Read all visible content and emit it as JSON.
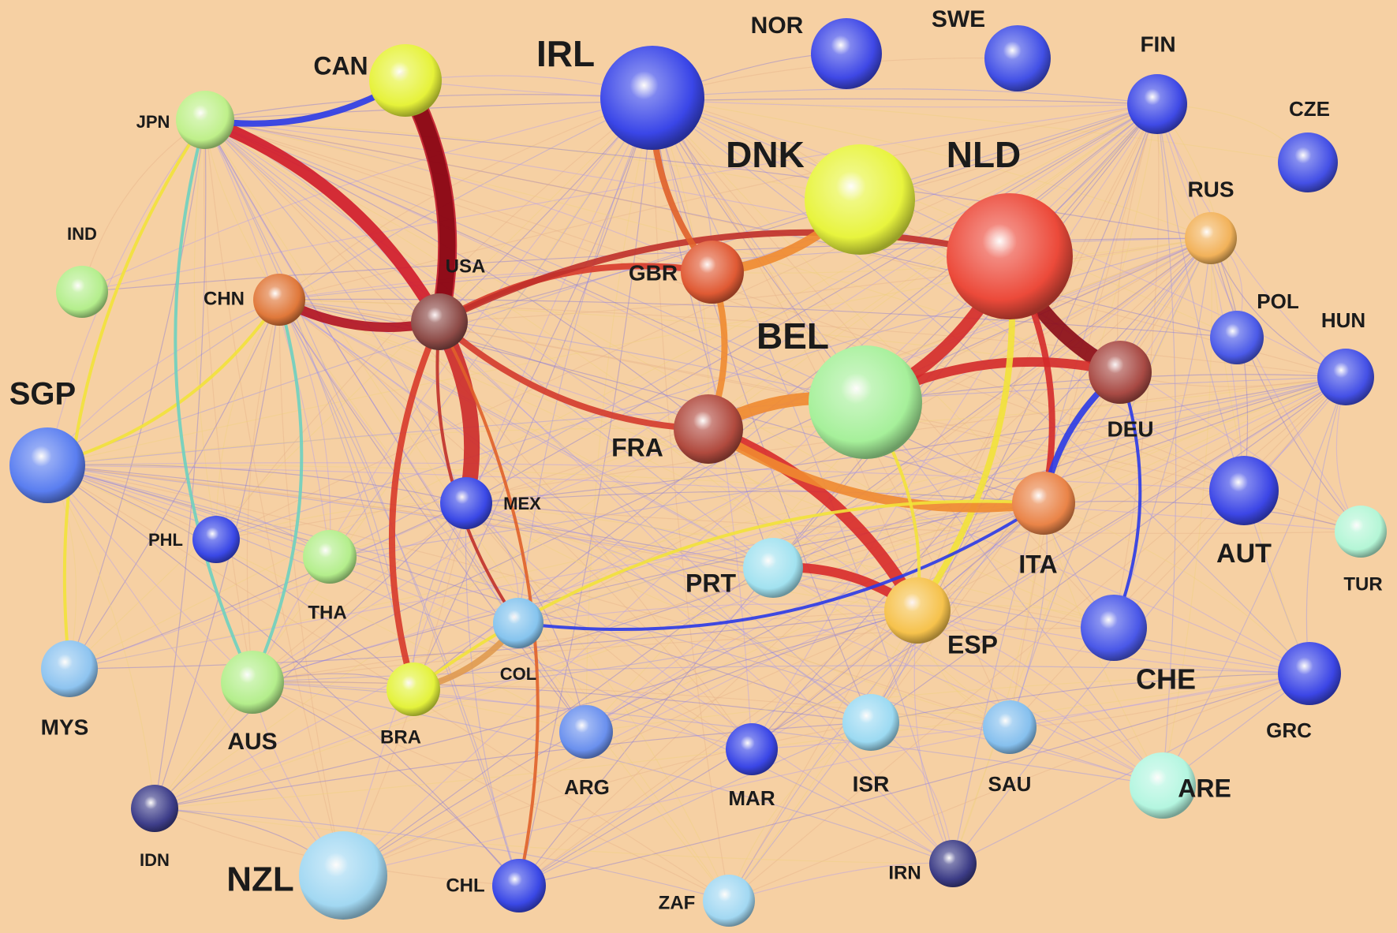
{
  "nodes": [
    {
      "id": "IRL",
      "label": "IRL",
      "color": "#3a46e8"
    },
    {
      "id": "NOR",
      "label": "NOR",
      "color": "#3f48e6"
    },
    {
      "id": "SWE",
      "label": "SWE",
      "color": "#4250e6"
    },
    {
      "id": "FIN",
      "label": "FIN",
      "color": "#3f4ae6"
    },
    {
      "id": "CZE",
      "label": "CZE",
      "color": "#4450e6"
    },
    {
      "id": "CAN",
      "label": "CAN",
      "color": "#e6f23a"
    },
    {
      "id": "JPN",
      "label": "JPN",
      "color": "#bff08a"
    },
    {
      "id": "DNK",
      "label": "DNK",
      "color": "#e8f43e"
    },
    {
      "id": "NLD",
      "label": "NLD",
      "color": "#ec4a3a"
    },
    {
      "id": "RUS",
      "label": "RUS",
      "color": "#f2b25a"
    },
    {
      "id": "IND",
      "label": "IND",
      "color": "#b4ee8c"
    },
    {
      "id": "USA",
      "label": "USA",
      "color": "#8c4a46"
    },
    {
      "id": "CHN",
      "label": "CHN",
      "color": "#e0783a"
    },
    {
      "id": "GBR",
      "label": "GBR",
      "color": "#e05a34"
    },
    {
      "id": "POL",
      "label": "POL",
      "color": "#4b5ae8"
    },
    {
      "id": "HUN",
      "label": "HUN",
      "color": "#4450e6"
    },
    {
      "id": "BEL",
      "label": "BEL",
      "color": "#a6f09a"
    },
    {
      "id": "DEU",
      "label": "DEU",
      "color": "#a84a44"
    },
    {
      "id": "SGP",
      "label": "SGP",
      "color": "#5a7ef0"
    },
    {
      "id": "FRA",
      "label": "FRA",
      "color": "#b04a3e"
    },
    {
      "id": "AUT",
      "label": "AUT",
      "color": "#3c46e6"
    },
    {
      "id": "MEX",
      "label": "MEX",
      "color": "#3a48e6"
    },
    {
      "id": "PHL",
      "label": "PHL",
      "color": "#3a48e6"
    },
    {
      "id": "THA",
      "label": "THA",
      "color": "#b4ee8c"
    },
    {
      "id": "ITA",
      "label": "ITA",
      "color": "#ea8448"
    },
    {
      "id": "TUR",
      "label": "TUR",
      "color": "#b4f6d6"
    },
    {
      "id": "PRT",
      "label": "PRT",
      "color": "#a2e2f0"
    },
    {
      "id": "ESP",
      "label": "ESP",
      "color": "#f6c24c"
    },
    {
      "id": "COL",
      "label": "COL",
      "color": "#86c4ee"
    },
    {
      "id": "MYS",
      "label": "MYS",
      "color": "#8ec4f0"
    },
    {
      "id": "AUS",
      "label": "AUS",
      "color": "#b4ee8c"
    },
    {
      "id": "BRA",
      "label": "BRA",
      "color": "#e4f23c"
    },
    {
      "id": "CHE",
      "label": "CHE",
      "color": "#4a58e8"
    },
    {
      "id": "GRC",
      "label": "GRC",
      "color": "#3c46e6"
    },
    {
      "id": "ARG",
      "label": "ARG",
      "color": "#6a90ee"
    },
    {
      "id": "MAR",
      "label": "MAR",
      "color": "#3a46e6"
    },
    {
      "id": "ISR",
      "label": "ISR",
      "color": "#9cdaf2"
    },
    {
      "id": "SAU",
      "label": "SAU",
      "color": "#86c0ee"
    },
    {
      "id": "ARE",
      "label": "ARE",
      "color": "#b4f6e0"
    },
    {
      "id": "IDN",
      "label": "IDN",
      "color": "#3e3e8a"
    },
    {
      "id": "NZL",
      "label": "NZL",
      "color": "#a2d8f2"
    },
    {
      "id": "CHL",
      "label": "CHL",
      "color": "#3a48e6"
    },
    {
      "id": "ZAF",
      "label": "ZAF",
      "color": "#a2d8f2"
    },
    {
      "id": "IRN",
      "label": "IRN",
      "color": "#3c3c86"
    }
  ],
  "edges": [
    {
      "from": "CAN",
      "to": "USA",
      "color": "#c0172a",
      "weight": 6
    },
    {
      "from": "USA",
      "to": "CAN",
      "color": "#8a0a16",
      "weight": 5
    },
    {
      "from": "JPN",
      "to": "USA",
      "color": "#d01a2a",
      "weight": 4
    },
    {
      "from": "CHN",
      "to": "USA",
      "color": "#b01224",
      "weight": 3
    },
    {
      "from": "USA",
      "to": "MEX",
      "color": "#cc2a2a",
      "weight": 5
    },
    {
      "from": "USA",
      "to": "FRA",
      "color": "#d43a2c",
      "weight": 2
    },
    {
      "from": "USA",
      "to": "GBR",
      "color": "#d83a2a",
      "weight": 2
    },
    {
      "from": "USA",
      "to": "BRA",
      "color": "#d83a2a",
      "weight": 2
    },
    {
      "from": "USA",
      "to": "NLD",
      "color": "#c0302a",
      "weight": 2
    },
    {
      "from": "NLD",
      "to": "DEU",
      "color": "#8a0a16",
      "weight": 5
    },
    {
      "from": "NLD",
      "to": "BEL",
      "color": "#d42a2a",
      "weight": 4
    },
    {
      "from": "BEL",
      "to": "FRA",
      "color": "#f08a30",
      "weight": 4
    },
    {
      "from": "FRA",
      "to": "ESP",
      "color": "#d82a2a",
      "weight": 4
    },
    {
      "from": "ESP",
      "to": "PRT",
      "color": "#d82a2a",
      "weight": 3
    },
    {
      "from": "DNK",
      "to": "GBR",
      "color": "#f08a30",
      "weight": 3
    },
    {
      "from": "DEU",
      "to": "BEL",
      "color": "#d42a2a",
      "weight": 3
    },
    {
      "from": "NLD",
      "to": "ITA",
      "color": "#d42a2a",
      "weight": 2
    },
    {
      "from": "DEU",
      "to": "ITA",
      "color": "#2a3ae8",
      "weight": 2
    },
    {
      "from": "NLD",
      "to": "ESP",
      "color": "#f2e23a",
      "weight": 2
    },
    {
      "from": "FRA",
      "to": "ITA",
      "color": "#f08a30",
      "weight": 3
    },
    {
      "from": "GBR",
      "to": "FRA",
      "color": "#f08a30",
      "weight": 2
    },
    {
      "from": "IRL",
      "to": "GBR",
      "color": "#e0602a",
      "weight": 2
    },
    {
      "from": "CAN",
      "to": "JPN",
      "color": "#2a3ae8",
      "weight": 2
    },
    {
      "from": "BRA",
      "to": "COL",
      "color": "#e09a50",
      "weight": 2
    },
    {
      "from": "BRA",
      "to": "ITA",
      "color": "#f2e23a",
      "weight": 1
    },
    {
      "from": "SGP",
      "to": "CHN",
      "color": "#f2e23a",
      "weight": 1
    },
    {
      "from": "MYS",
      "to": "JPN",
      "color": "#f2e23a",
      "weight": 1
    },
    {
      "from": "JPN",
      "to": "AUS",
      "color": "#6ed0c0",
      "weight": 1
    },
    {
      "from": "CHN",
      "to": "AUS",
      "color": "#6ed0c0",
      "weight": 1
    },
    {
      "from": "COL",
      "to": "ITA",
      "color": "#2a3ae8",
      "weight": 1
    },
    {
      "from": "USA",
      "to": "CHL",
      "color": "#e0602a",
      "weight": 1
    },
    {
      "from": "ESP",
      "to": "BEL",
      "color": "#f2e23a",
      "weight": 1
    },
    {
      "from": "DEU",
      "to": "CHE",
      "color": "#2a3ae8",
      "weight": 1
    },
    {
      "from": "USA",
      "to": "COL",
      "color": "#c0302a",
      "weight": 1
    }
  ]
}
